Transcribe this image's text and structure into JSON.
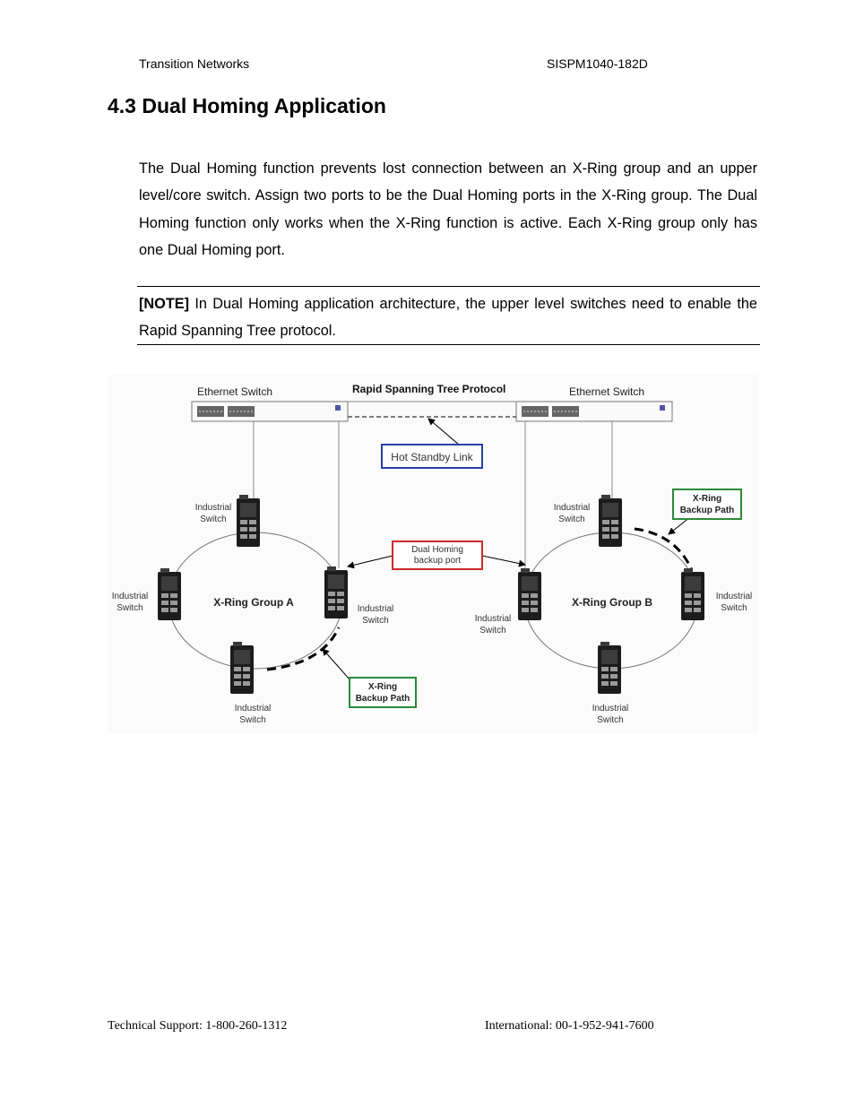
{
  "header": {
    "company": "Transition Networks",
    "doc_id": "SISPM1040-182D"
  },
  "section": {
    "heading": "4.3 Dual Homing Application",
    "paragraph": "The Dual Homing function prevents lost connection between an X-Ring group and an upper level/core switch. Assign two ports to be the Dual Homing ports in the X-Ring group. The Dual Homing function only works when the X-Ring function is active. Each X-Ring group only has one Dual Homing port.",
    "note_tag": "[NOTE]",
    "note_text": " In Dual Homing application architecture, the upper level switches need to enable the Rapid Spanning Tree protocol."
  },
  "diagram": {
    "ethernet_switch_left": "Ethernet Switch",
    "ethernet_switch_right": "Ethernet Switch",
    "rstp_label": "Rapid Spanning Tree Protocol",
    "hot_standby": "Hot Standby Link",
    "dual_homing_line1": "Dual Homing",
    "dual_homing_line2": "backup port",
    "group_a": "X-Ring Group A",
    "group_b": "X-Ring Group B",
    "xring_line1": "X-Ring",
    "xring_line2": "Backup Path",
    "industrial": "Industrial",
    "switch": "Switch",
    "colors": {
      "hot_standby_border": "#2a3fa8",
      "dual_homing_border": "#cc2a2a",
      "xring_border": "#2a8a3a"
    }
  },
  "footer": {
    "support": "Technical Support: 1-800-260-1312",
    "international": "International: 00-1-952-941-7600"
  }
}
